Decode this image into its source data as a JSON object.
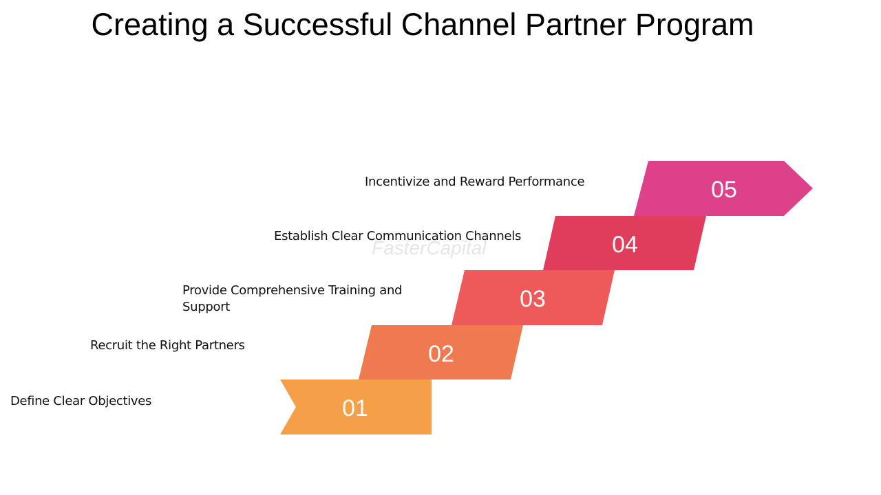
{
  "title": "Creating a Successful Channel Partner Program",
  "watermark": "FasterCapital",
  "steps": [
    {
      "number": "01",
      "label": "Define Clear Objectives",
      "color": "#F5A047"
    },
    {
      "number": "02",
      "label": "Recruit the Right Partners",
      "color": "#EF7A50"
    },
    {
      "number": "03",
      "label": "Provide Comprehensive Training and Support",
      "color": "#EE5A5A"
    },
    {
      "number": "04",
      "label": "Establish Clear Communication Channels",
      "color": "#E03C5C"
    },
    {
      "number": "05",
      "label": "Incentivize and Reward Performance",
      "color": "#DD4189"
    }
  ]
}
